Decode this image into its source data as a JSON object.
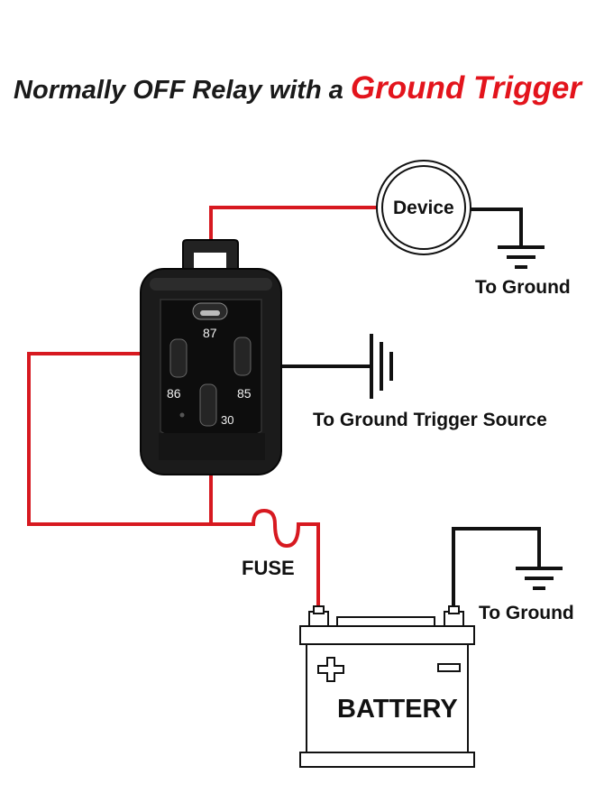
{
  "title": {
    "prefix": "Normally OFF Relay with a ",
    "highlight": "Ground Trigger"
  },
  "device": {
    "label": "Device"
  },
  "ground_device": {
    "label": "To Ground"
  },
  "trigger": {
    "label": "To Ground Trigger Source"
  },
  "fuse": {
    "label": "FUSE"
  },
  "ground_battery": {
    "label": "To Ground"
  },
  "battery": {
    "label": "BATTERY"
  },
  "relay_pins": {
    "p87": "87",
    "p86": "86",
    "p85": "85",
    "p30": "30"
  },
  "colors": {
    "wire_red": "#d71920",
    "wire_black": "#111111",
    "title_accent": "#e3141c",
    "relay_body": "#1b1b1b"
  }
}
